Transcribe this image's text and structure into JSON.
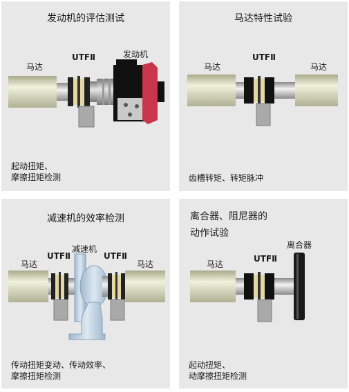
{
  "panels": {
    "engine": {
      "title": "发动机的评估测试",
      "motor_label": "马达",
      "utf_label": "UTFⅡ",
      "engine_label": "发动机",
      "desc_line1": "起动扭矩、",
      "desc_line2": "摩擦扭矩检测"
    },
    "motor": {
      "title": "马达特性试验",
      "motor_left_label": "马达",
      "utf_label": "UTFⅡ",
      "motor_right_label": "马达",
      "desc_line1": "齿槽转矩、转矩脉冲"
    },
    "reducer": {
      "title": "减速机的效率检测",
      "motor_left_label": "马达",
      "utf_left_label": "UTFⅡ",
      "reducer_label": "减速机",
      "utf_right_label": "UTFⅡ",
      "motor_right_label": "马达",
      "desc_line1": "传动扭矩变动、传动效率、",
      "desc_line2": "摩擦扭矩检测"
    },
    "clutch": {
      "title_line1": "离合器、阻尼器的",
      "title_line2": "动作试验",
      "motor_label": "马达",
      "utf_label": "UTFⅡ",
      "clutch_label": "离合器",
      "desc_line1": "起动扭矩、",
      "desc_line2": "动摩擦扭矩检测"
    }
  }
}
